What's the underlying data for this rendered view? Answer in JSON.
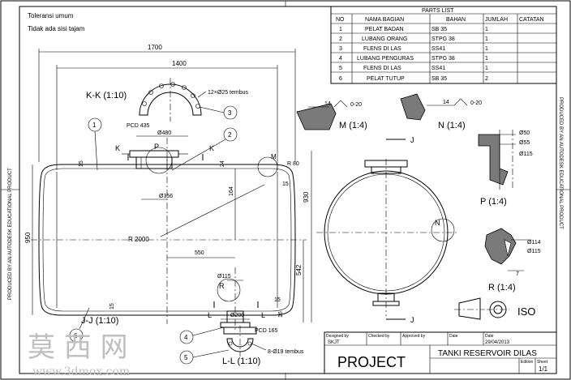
{
  "notes": {
    "line1": "Toleransi umum",
    "line2": "Tidak ada sisi tajam"
  },
  "parts_list": {
    "title": "PARTS LIST",
    "headers": [
      "NO",
      "NAMA BAGIAN",
      "BAHAN",
      "JUMLAH",
      "CATATAN"
    ],
    "rows": [
      [
        "1",
        "PELAT BADAN",
        "SB 35",
        "1",
        ""
      ],
      [
        "2",
        "LUBANG ORANG",
        "STPG 38",
        "1",
        ""
      ],
      [
        "3",
        "FLENS DI LAS",
        "SS41",
        "1",
        ""
      ],
      [
        "4",
        "LUBANG PENGURAS",
        "STPG 38",
        "1",
        ""
      ],
      [
        "5",
        "FLENS DI LAS",
        "SS41",
        "1",
        ""
      ],
      [
        "6",
        "PELAT TUTUP",
        "SB 35",
        "2",
        ""
      ]
    ]
  },
  "side_text": {
    "left": "PRODUCED BY AN AUTODESK EDUCATIONAL PRODUCT",
    "right": "PRODUCED BY AN AUTODESK EDUCATIONAL PRODUCT"
  },
  "views": {
    "kk": "K-K (1:10)",
    "jj": "J-J (1:10)",
    "ll": "L-L (1:10)",
    "m": "M (1:4)",
    "n": "N (1:4)",
    "p": "P (1:4)",
    "r": "R (1:4)",
    "iso": "ISO"
  },
  "dims": {
    "d1700": "1700",
    "d1400": "1400",
    "d950": "950",
    "d930": "930",
    "d542": "542",
    "d164": "164",
    "d24": "24",
    "d15a": "15",
    "d15b": "15",
    "d480": "Ø480",
    "d356": "Ø356",
    "d200": "Ø200",
    "d115": "Ø115",
    "r2000": "R 2000",
    "r80": "R 80",
    "d550": "550",
    "d16": "16",
    "pcd435": "PCD 435",
    "pcd165": "PCD 165",
    "holes12": "12×Ø25 tembus",
    "holes8": "8-Ø19 tembus",
    "d14a": "14",
    "d14b": "14",
    "d0_20a": "0-20",
    "d0_20b": "0-20",
    "d50": "Ø50",
    "d55": "Ø55",
    "d115p": "Ø115",
    "d114": "Ø114",
    "seven": "7",
    "d15c": "15",
    "d15d": "15"
  },
  "letters": {
    "k1": "K",
    "k2": "K",
    "p": "P",
    "m": "M",
    "n": "N",
    "j1": "J",
    "j2": "J",
    "l1": "L",
    "l2": "L",
    "r": "R"
  },
  "balloons": [
    "1",
    "2",
    "3",
    "4",
    "5",
    "6"
  ],
  "title_block": {
    "designed_by_label": "Designed by",
    "designed_by": "SKJT",
    "checked_by_label": "Checked by",
    "approved_by_label": "Approved by",
    "date_label": "Date",
    "date": "29/04/2013",
    "date2_label": "Date",
    "project": "PROJECT",
    "drawing_title": "TANKI RESERVOIR DILAS",
    "edition_label": "Edition",
    "sheet_label": "Sheet",
    "sheet": "1/1"
  },
  "watermark": {
    "logo_text": "莫 西 网",
    "url": "www.3dmox.com"
  }
}
